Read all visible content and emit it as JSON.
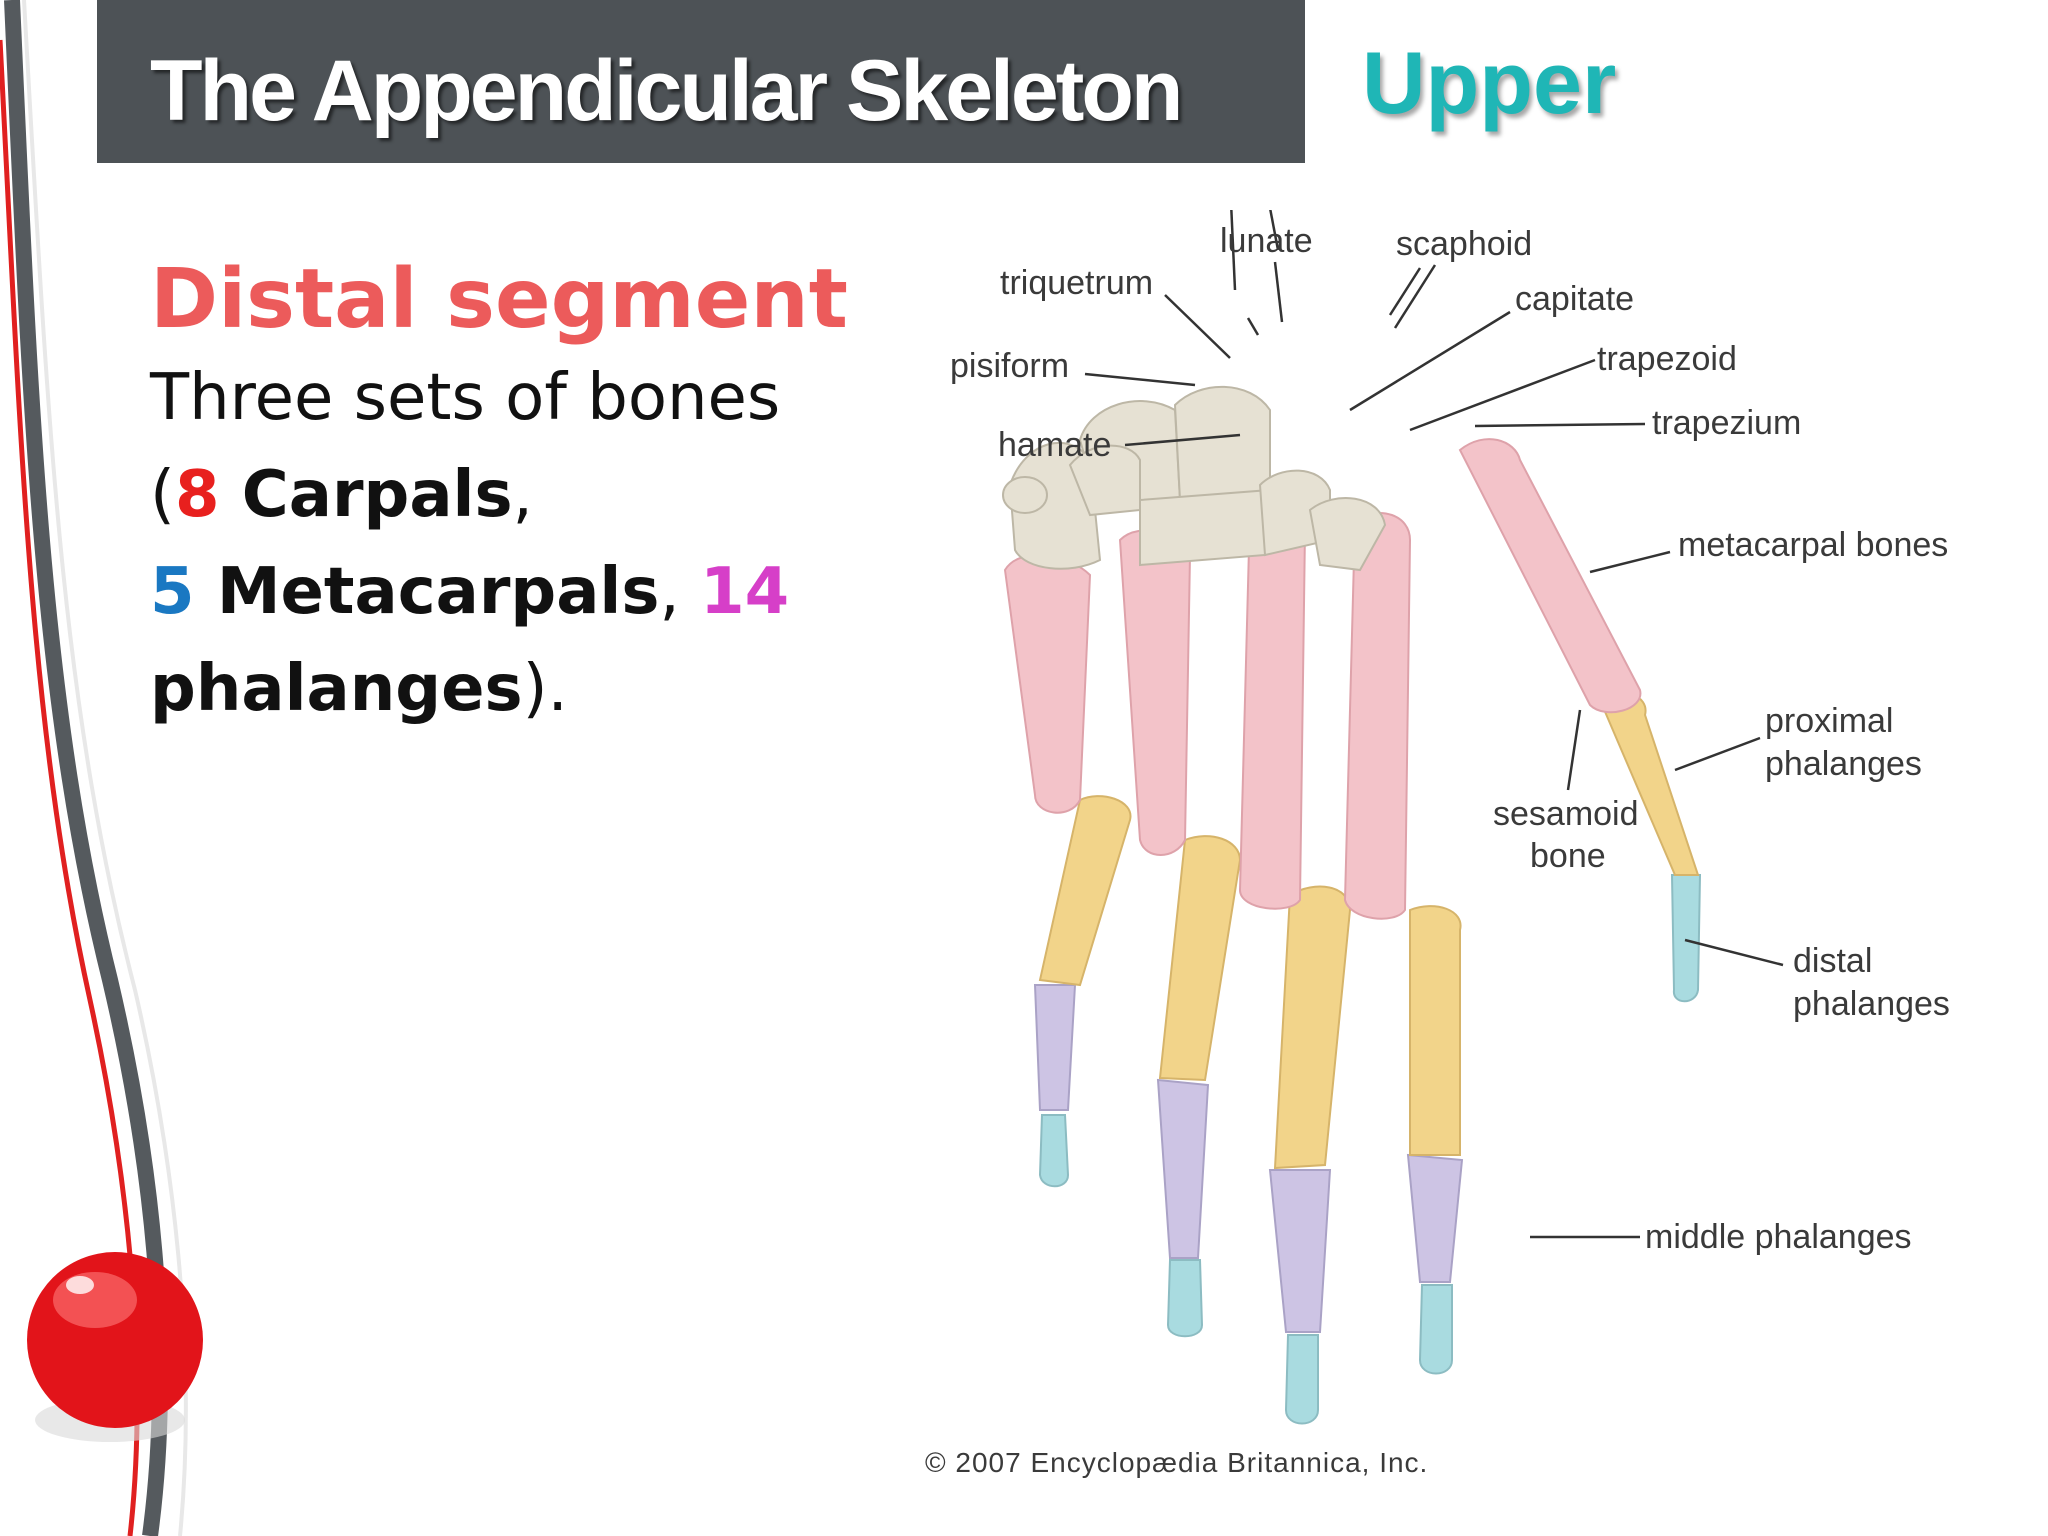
{
  "slide": {
    "title": "The Appendicular Skeleton",
    "subtitle": "Upper",
    "heading": "Distal segment",
    "line1": "Three sets  of bones",
    "line2": {
      "open": "(",
      "num": "8",
      "word": " Carpals",
      "punct": ","
    },
    "line3": {
      "num": "5",
      "word": " Metacarpals",
      "punct": ", ",
      "num2": "14"
    },
    "line4": {
      "word": "phalanges",
      "punct": ")."
    },
    "colors": {
      "title_bar": "#4d5256",
      "subtitle": "#1fb6b6",
      "heading": "#ec5b5b",
      "carpal_count": "#e8201e",
      "metacarpal_count": "#1a78c2",
      "phalanx_count": "#d63fc8"
    }
  },
  "diagram": {
    "labels": {
      "lunate": "lunate",
      "scaphoid": "scaphoid",
      "triquetrum": "triquetrum",
      "capitate": "capitate",
      "pisiform": "pisiform",
      "trapezoid": "trapezoid",
      "hamate": "hamate",
      "trapezium": "trapezium",
      "metacarpal": "metacarpal bones",
      "proximal_1": "proximal",
      "proximal_2": "phalanges",
      "sesamoid_1": "sesamoid",
      "sesamoid_2": "bone",
      "distal_1": "distal",
      "distal_2": "phalanges",
      "middle": "middle phalanges"
    },
    "credit": "© 2007 Encyclopædia Britannica, Inc.",
    "bone_colors": {
      "carpal": "#e6e1d3",
      "metacarpal": "#f3c3c9",
      "proximal": "#f2d48a",
      "middle": "#cdc4e4",
      "distal": "#a9dbe0"
    }
  }
}
